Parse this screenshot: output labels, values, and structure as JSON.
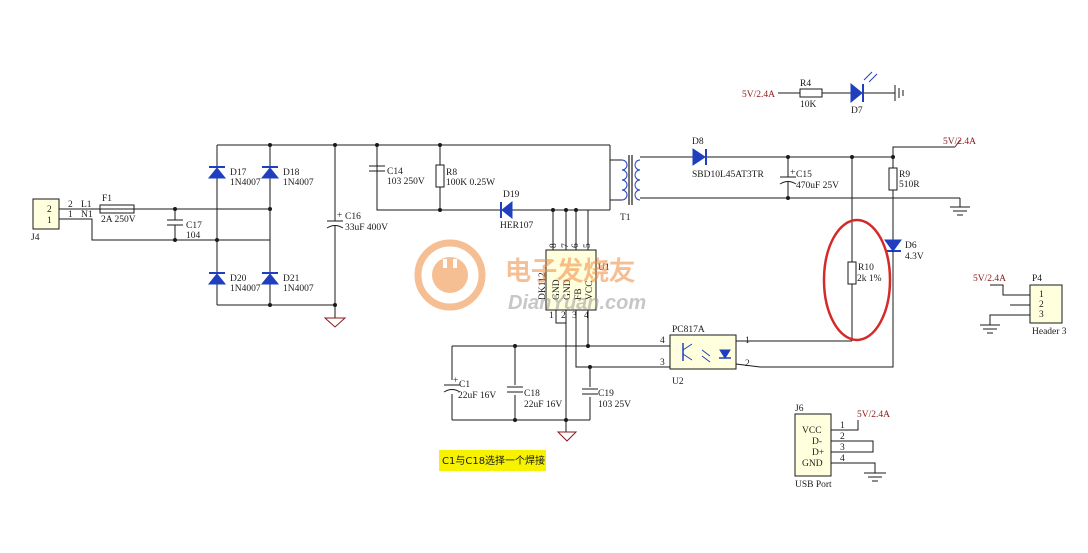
{
  "connectors": {
    "j4": {
      "ref": "J4",
      "pins": [
        "2",
        "1"
      ]
    },
    "p4": {
      "ref": "P4",
      "pins": [
        "1",
        "2",
        "3"
      ],
      "value": "Header 3"
    },
    "j6": {
      "ref": "J6",
      "value": "USB Port",
      "pin_names": [
        "VCC",
        "D-",
        "D+",
        "GND"
      ],
      "pin_numbers": [
        "1",
        "2",
        "3",
        "4"
      ]
    }
  },
  "nets": {
    "l_net": "L1",
    "n_net": "N1",
    "l_pin": "2",
    "n_pin": "1",
    "rail_top": "5V/2.4A",
    "rail_p4": "5V/2.4A",
    "rail_led": "5V/2.4A",
    "rail_usb": "5V/2.4A"
  },
  "components": {
    "f1": {
      "ref": "F1",
      "value": "2A 250V"
    },
    "c17": {
      "ref": "C17",
      "value": "104"
    },
    "d17": {
      "ref": "D17",
      "value": "1N4007"
    },
    "d18": {
      "ref": "D18",
      "value": "1N4007"
    },
    "d20": {
      "ref": "D20",
      "value": "1N4007"
    },
    "d21": {
      "ref": "D21",
      "value": "1N4007"
    },
    "c16": {
      "ref": "C16",
      "value": "33uF 400V"
    },
    "c14": {
      "ref": "C14",
      "value": "103 250V"
    },
    "r8": {
      "ref": "R8",
      "value": "100K 0.25W"
    },
    "d19": {
      "ref": "D19",
      "value": "HER107"
    },
    "t1": {
      "ref": "T1"
    },
    "u1": {
      "ref": "U1",
      "part": "DK112",
      "pin_names": [
        "GND",
        "GND",
        "FB",
        "VCC"
      ],
      "pins_top": [
        "8",
        "7",
        "6",
        "5"
      ],
      "pins_bottom": [
        "1",
        "2",
        "3",
        "4"
      ]
    },
    "d8": {
      "ref": "D8",
      "value": "SBD10L45AT3TR"
    },
    "c15": {
      "ref": "C15",
      "value": "470uF 25V"
    },
    "r9": {
      "ref": "R9",
      "value": "510R"
    },
    "r10": {
      "ref": "R10",
      "value": "2k 1%"
    },
    "d6": {
      "ref": "D6",
      "value": "4.3V"
    },
    "u2": {
      "ref": "U2",
      "part": "PC817A",
      "pins": [
        "4",
        "3",
        "1",
        "2"
      ]
    },
    "c1": {
      "ref": "C1",
      "value": "22uF 16V"
    },
    "c18": {
      "ref": "C18",
      "value": "22uF 16V"
    },
    "c19": {
      "ref": "C19",
      "value": "103 25V"
    },
    "r4": {
      "ref": "R4",
      "value": "10K"
    },
    "d7": {
      "ref": "D7"
    }
  },
  "note": "C1与C18选择一个焊接",
  "watermark": {
    "cn": "电子发烧友",
    "en": "DianYuan.com"
  },
  "colors": {
    "wire": "#1a1a1a",
    "diode": "#1f3fbf",
    "net": "#8b1a1a",
    "highlight": "#f6f200",
    "circle": "#d42a2a",
    "watermark": "#f08a3c"
  }
}
